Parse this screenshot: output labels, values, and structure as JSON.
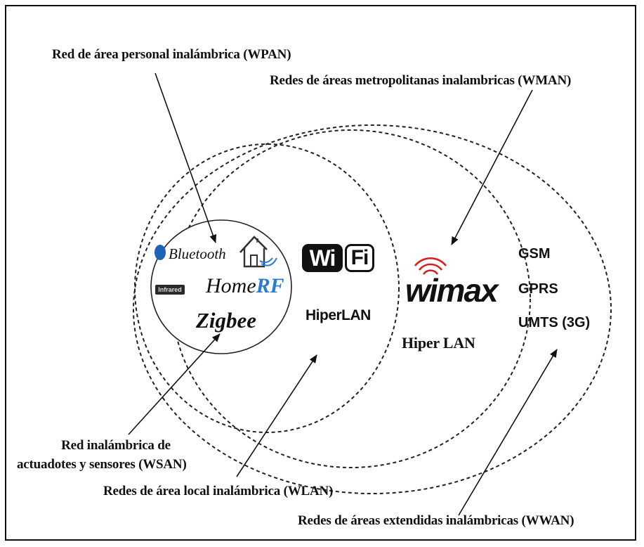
{
  "labels": {
    "wpan": "Red de área personal inalámbrica (WPAN)",
    "wman": "Redes de áreas metropolitanas inalambricas (WMAN)",
    "wsan_line1": "Red inalámbrica de",
    "wsan_line2": "actuadotes y sensores (WSAN)",
    "wlan": "Redes de área local inalámbrica (WLAN)",
    "wwan": "Redes de áreas extendidas inalámbricas (WWAN)"
  },
  "wpan_items": {
    "bluetooth": "Bluetooth",
    "infrared": "Infrared",
    "home": "Home",
    "rf": "RF",
    "zigbee": "Zigbee"
  },
  "wlan_items": {
    "wifi_wi": "Wi",
    "wifi_fi": "Fi",
    "hiperlan": "HiperLAN"
  },
  "wman_items": {
    "wimax": "wimax",
    "hiper_lan": "Hiper LAN"
  },
  "wwan_items": {
    "gsm": "GSM",
    "gprs": "GPRS",
    "umts": "UMTS (3G)"
  },
  "colors": {
    "rf_blue": "#2b7bd6",
    "wimax_red": "#d42020",
    "bluetooth_blue": "#1f63b8"
  },
  "icons": [
    "bluetooth-icon",
    "home-network-icon",
    "infrared-logo",
    "wifi-logo",
    "wimax-signal-icon"
  ]
}
